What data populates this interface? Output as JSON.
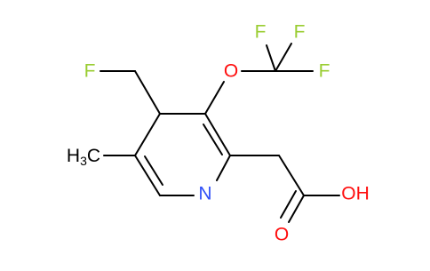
{
  "molecule": {
    "atoms": [
      {
        "id": "F_CH2F",
        "label": "F",
        "color": "#9acd32"
      },
      {
        "id": "O_ether",
        "label": "O",
        "color": "#ff0d0d"
      },
      {
        "id": "F1",
        "label": "F",
        "color": "#9acd32"
      },
      {
        "id": "F2",
        "label": "F",
        "color": "#9acd32"
      },
      {
        "id": "F3",
        "label": "F",
        "color": "#9acd32"
      },
      {
        "id": "N_ring",
        "label": "N",
        "color": "#3050f8"
      },
      {
        "id": "O_OH",
        "label": "OH",
        "color": "#ff0d0d"
      },
      {
        "id": "O_carbonyl",
        "label": "O",
        "color": "#ff0d0d"
      }
    ],
    "methyl": {
      "main": "H",
      "subscript": "3",
      "tail": "C",
      "color": "#000000"
    },
    "bond_color": "#000000"
  }
}
